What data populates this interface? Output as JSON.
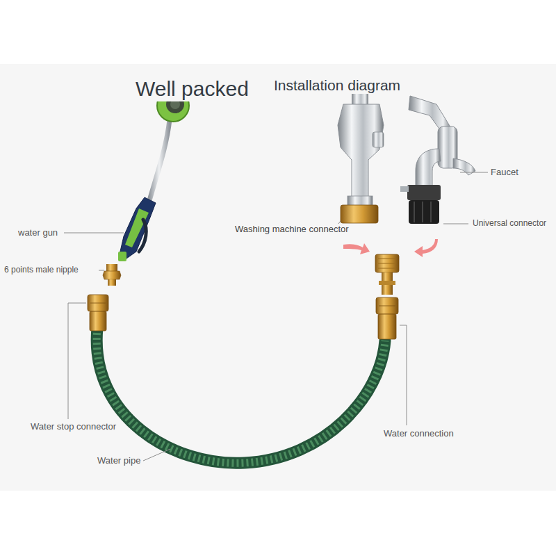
{
  "diagram": {
    "title": "Well packed",
    "labels": [
      "Installation diagram",
      "water gun",
      "6 points male nipple",
      "Washing machine connector",
      "Faucet",
      "Universal connector",
      "Water stop connector",
      "Water pipe",
      "Water connection"
    ]
  }
}
